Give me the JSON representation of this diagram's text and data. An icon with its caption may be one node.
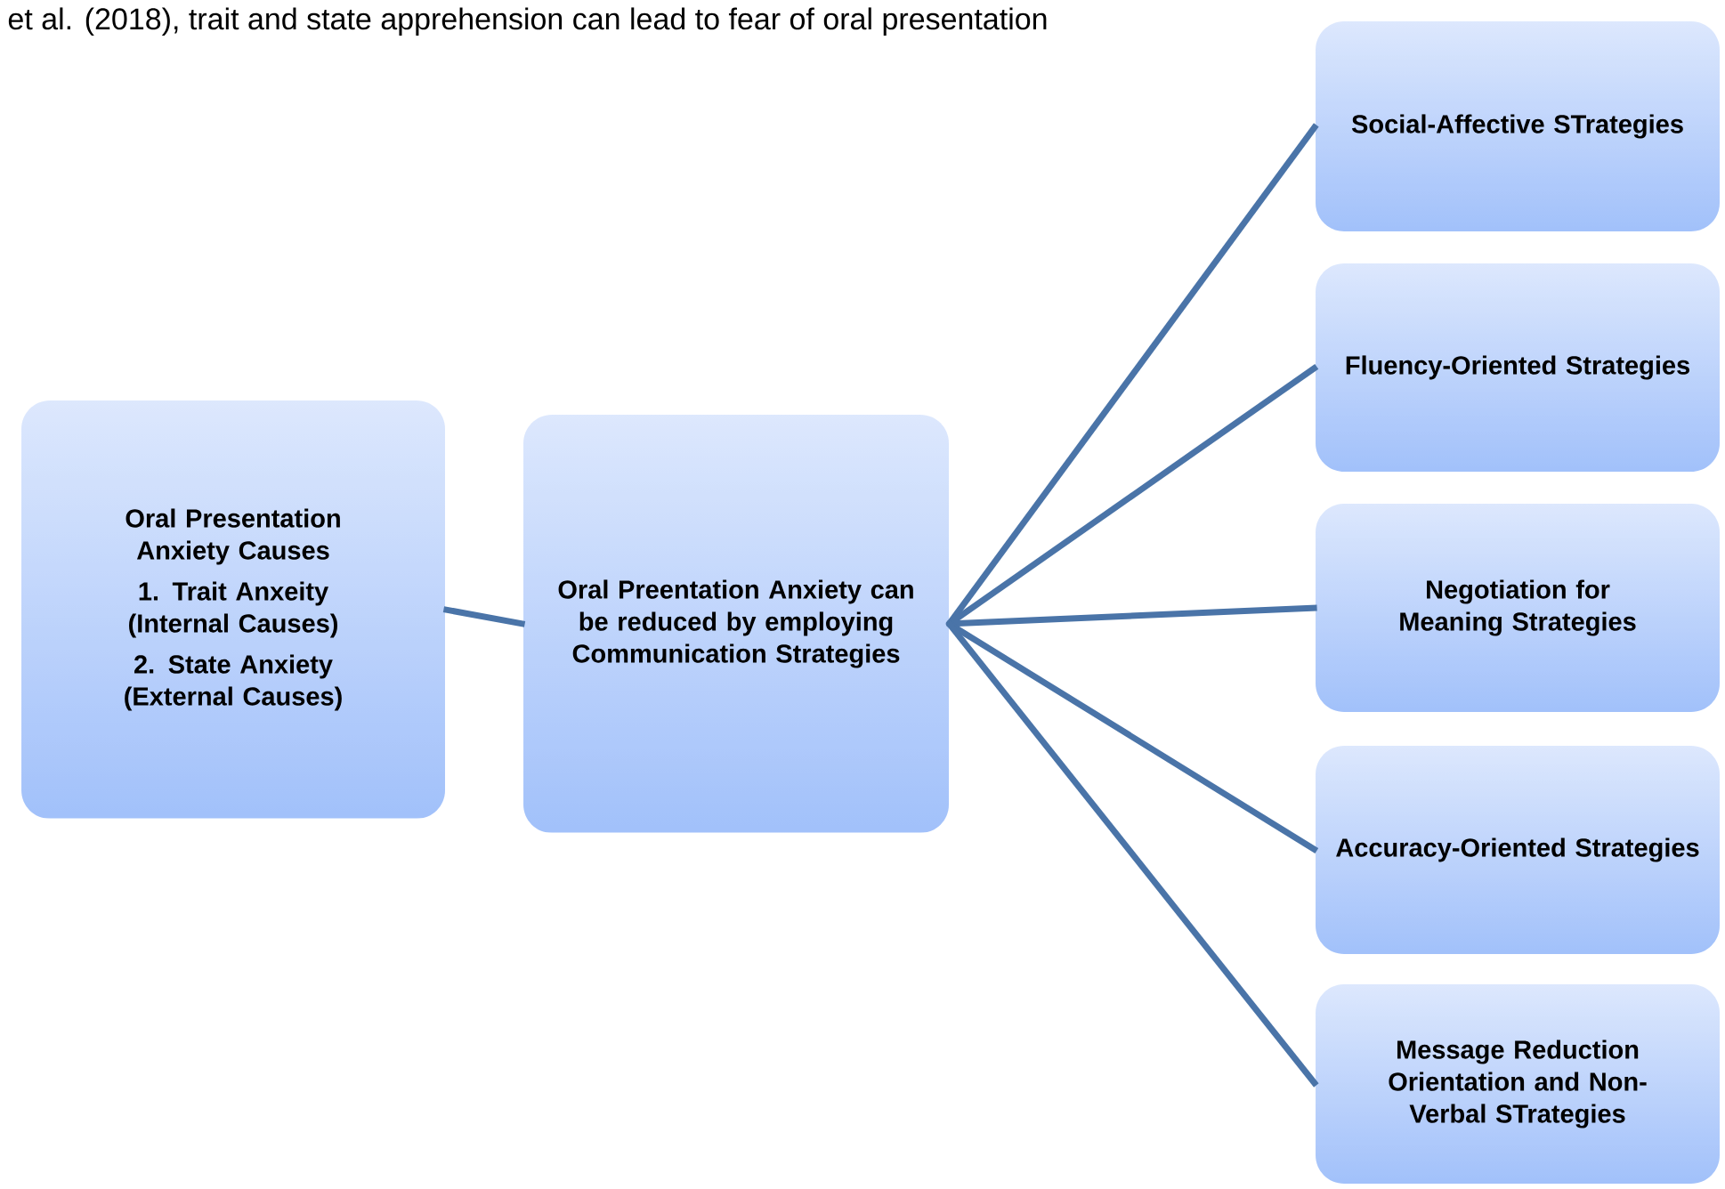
{
  "diagram": {
    "nodes": [
      {
        "text": [
          "Oral Presentation Anxiety Causes",
          "1. Trait Anxeity (Internal Causes)",
          "2. State Anxiety (External Causes)"
        ]
      },
      {
        "text": [
          "Oral Preentation Anxiety can be reduced by employing Communication Strategies"
        ]
      },
      {
        "text": [
          "Social-Affective STrategies"
        ]
      },
      {
        "text": [
          "Fluency-Oriented Strategies"
        ]
      },
      {
        "text": [
          "Negotiation for Meaning Strategies"
        ]
      },
      {
        "text": [
          "Accuracy-Oriented Strategies"
        ]
      },
      {
        "text": [
          "Message Reduction Orientation and  Non-Verbal STrategies"
        ]
      }
    ],
    "edges": [
      {
        "from": 0,
        "to": 1,
        "arrow": "none"
      },
      {
        "from": 1,
        "to": 2,
        "arrow": "none"
      },
      {
        "from": 1,
        "to": 3,
        "arrow": "none"
      },
      {
        "from": 1,
        "to": 4,
        "arrow": "none"
      },
      {
        "from": 1,
        "to": 5,
        "arrow": "none"
      },
      {
        "from": 1,
        "to": 6,
        "arrow": "none"
      }
    ],
    "labels": [
      "et al. (2018), trait and state apprehension can lead to fear of oral presentation"
    ]
  }
}
